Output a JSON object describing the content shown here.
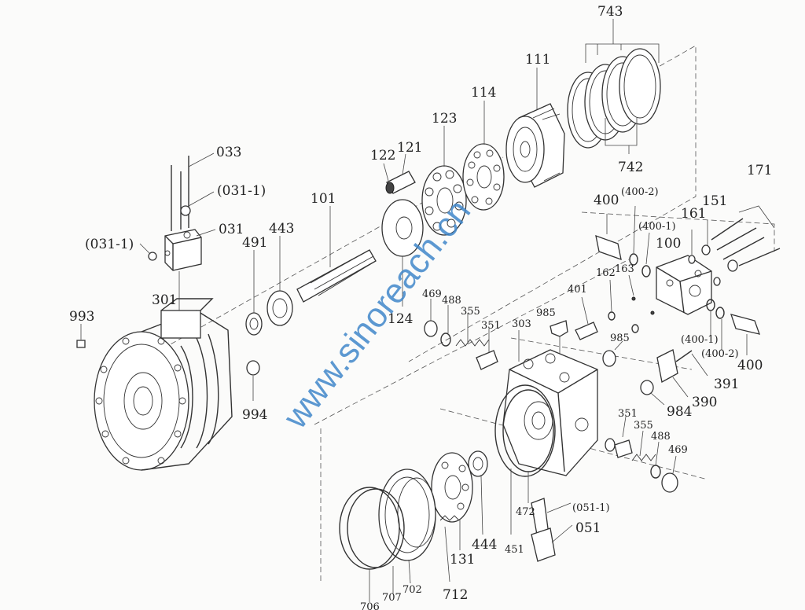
{
  "watermark": "www.sinoreach.cn",
  "labels": {
    "p033": "033",
    "p031_1a": "(031-1)",
    "p031": "031",
    "p031_1b": "(031-1)",
    "p101": "101",
    "p491": "491",
    "p443": "443",
    "p301": "301",
    "p993": "993",
    "p994": "994",
    "p122": "122",
    "p121": "121",
    "p123": "123",
    "p114": "114",
    "p111": "111",
    "p743": "743",
    "p742": "742",
    "p124": "124",
    "p469a": "469",
    "p488a": "488",
    "p355a": "355",
    "p351a": "351",
    "p303": "303",
    "p985a": "985",
    "p401": "401",
    "p985b": "985",
    "p400a": "400",
    "p400_2a": "(400-2)",
    "p400_1a": "(400-1)",
    "p161": "161",
    "p151": "151",
    "p171": "171",
    "p100": "100",
    "p162": "162",
    "p163": "163",
    "p400_1b": "(400-1)",
    "p400_2b": "(400-2)",
    "p400b": "400",
    "p391": "391",
    "p390": "390",
    "p984": "984",
    "p351b": "351",
    "p355b": "355",
    "p488b": "488",
    "p469b": "469",
    "p051_1": "(051-1)",
    "p051": "051",
    "p472": "472",
    "p451": "451",
    "p444": "444",
    "p131": "131",
    "p712": "712",
    "p702": "702",
    "p707": "707",
    "p706": "706"
  }
}
